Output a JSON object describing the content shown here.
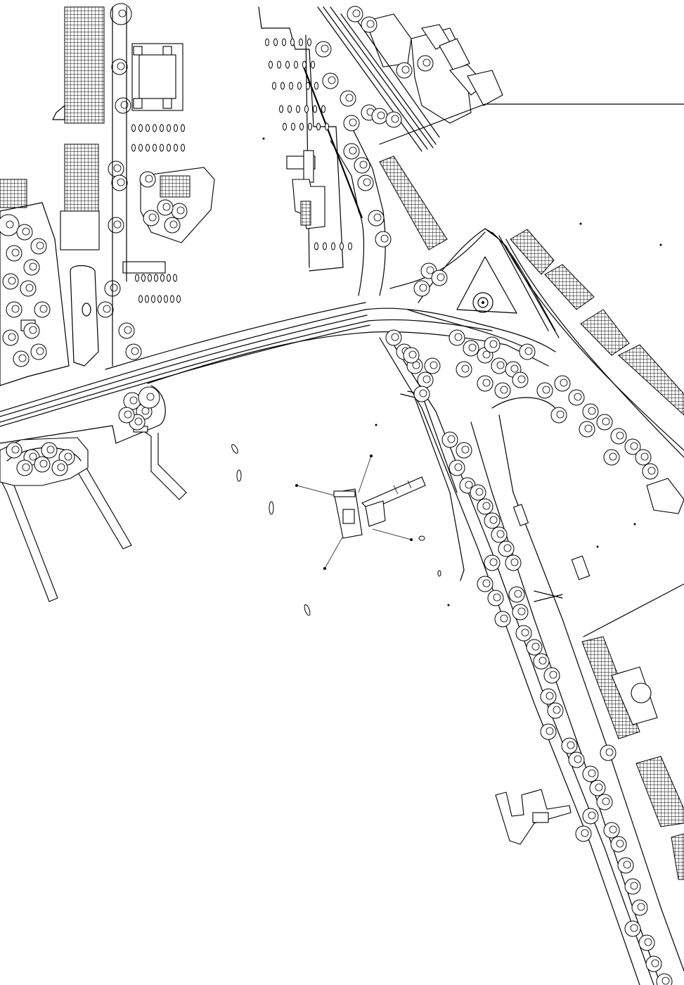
{
  "map": {
    "style": "monochrome line-drawing site plan",
    "colors": {
      "line": "#000000",
      "background": "#ffffff",
      "mooring_line": "#444444"
    },
    "features": {
      "roads": [
        "main-coastal-road",
        "north-road",
        "northeast-rail-corridor",
        "southeast-promenade-road"
      ],
      "water": [
        "harbour-basin"
      ],
      "landmarks": [
        "roundabout",
        "floating-platform",
        "north-pier",
        "southwest-piers",
        "southeast-jetty"
      ]
    }
  }
}
